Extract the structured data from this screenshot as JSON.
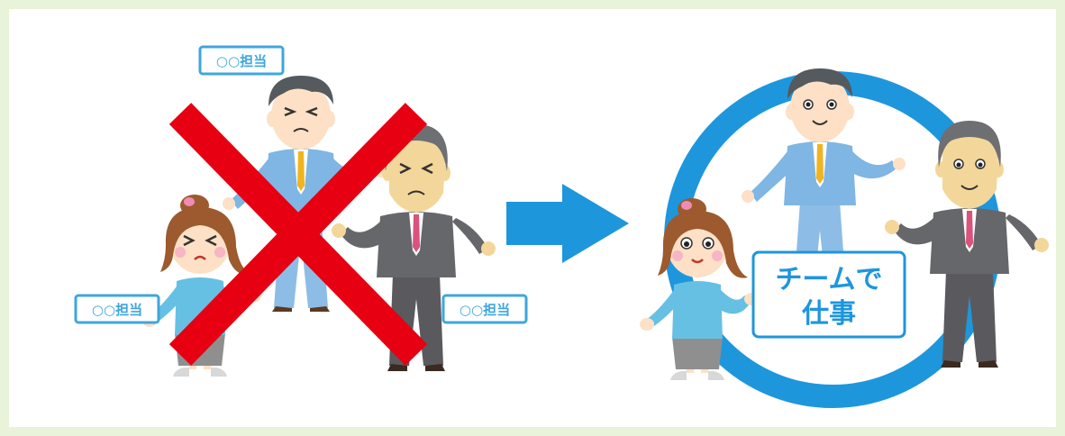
{
  "diagram": {
    "left_panel": {
      "role_labels": [
        {
          "text": "○○担当"
        },
        {
          "text": "○○担当"
        },
        {
          "text": "○○担当"
        }
      ]
    },
    "right_panel": {
      "team_label_line1": "チームで",
      "team_label_line2": "仕事"
    }
  },
  "colors": {
    "background": "#e9f3d9",
    "panel": "#ffffff",
    "accent_blue": "#1e96dc",
    "cross_red": "#e60012",
    "label_border": "#3ea6dd",
    "label_text": "#3ea6dd",
    "team_text": "#1e96dc"
  },
  "icons": [
    "person-icon",
    "cross-icon",
    "arrow-right-icon",
    "circle-icon"
  ]
}
